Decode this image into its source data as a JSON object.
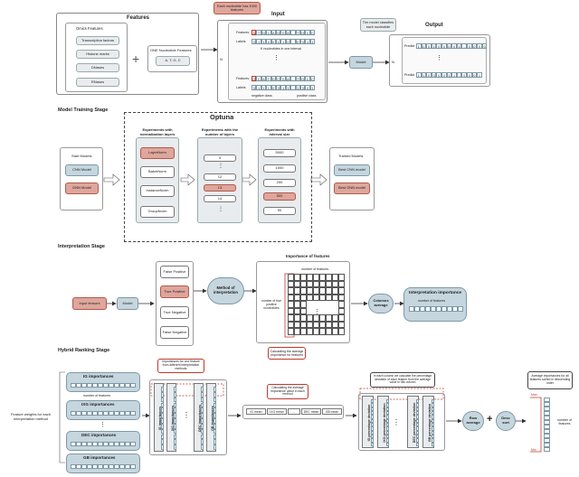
{
  "features": {
    "title": "Features",
    "omics_title": "Omics Features",
    "omics_items": [
      "Transcription factors",
      "Histone marks",
      "DNases",
      "RNases"
    ],
    "plus": "+",
    "onehot_title": "ONE Nucleotide Features",
    "onehot_value": "A, T, G, C",
    "nucleotide_note": "Each nucleotide has 1000 features"
  },
  "input": {
    "title": "Input",
    "n_label": "N",
    "rows": [
      {
        "label": "Features",
        "cells": [
          "A",
          "T",
          "G",
          "C",
          "A",
          "G",
          "G",
          "A",
          "...",
          "T",
          "G",
          "C",
          "C"
        ]
      },
      {
        "label": "Labels",
        "cells": [
          "0",
          "1",
          "1",
          "0",
          "0",
          "1",
          "1",
          "0",
          "...",
          "0",
          "0",
          "1",
          "1"
        ]
      },
      {
        "label": "Features",
        "cells": [
          "G",
          "C",
          "A",
          "T",
          "G",
          "C",
          "G",
          "A",
          "...",
          "T",
          "G",
          "C",
          "C"
        ]
      },
      {
        "label": "Labels",
        "cells": [
          "0",
          "1",
          "1",
          "1",
          "0",
          "0",
          "1",
          "1",
          "...",
          "1",
          "0",
          "0",
          "1"
        ]
      }
    ],
    "k_note": "K nucleotides in one interval",
    "neg_class": "negative class",
    "pos_class": "positive class",
    "model": "Model"
  },
  "output": {
    "title": "Output",
    "note": "The model classifies each nucleotide",
    "predict_label": "Predict",
    "row1": [
      "1",
      "0",
      "0",
      "1",
      "0",
      "0",
      "0",
      "0",
      "1",
      "...",
      "0",
      "0",
      "0",
      "0"
    ],
    "row2": [
      "1",
      "1",
      "0",
      "0",
      "0",
      "0",
      "1",
      "1",
      "...",
      "0",
      "0",
      "0",
      "1"
    ],
    "n_label": "N"
  },
  "training": {
    "stage": "Model Training Stage",
    "optuna": "Optuna",
    "start_title": "Start Models",
    "start_models": [
      "CNN Model",
      "GNN Model"
    ],
    "col1_title": "Experiments with normalization layers",
    "col1_items": [
      "LayerNorm",
      "BatchNorm",
      "InstanceNorm",
      "GroupNorm"
    ],
    "col2_title": "Experiments with the number of layers",
    "col2_items": [
      "3",
      "12",
      "13",
      "14"
    ],
    "col3_title": "Experiments with interval size",
    "col3_items": [
      "5000",
      "1000",
      "200",
      "500",
      "90"
    ],
    "dots": "⋮",
    "trained_title": "Trained Models",
    "trained_models": [
      "Best CNN model",
      "Best GNN model"
    ]
  },
  "interpretation": {
    "stage": "Interpretation Stage",
    "input_tensors": "Input tensors",
    "model": "Model",
    "outcomes": [
      "False Positive",
      "True Positive",
      "True Negative",
      "False Negative"
    ],
    "method": "Method of interpretation",
    "importance_title": "Importance of features",
    "num_features": "number of features",
    "num_true_pos": "number of true positive nucleotides",
    "calc_note": "Calculating the average importance for features",
    "columns_avg": "Columns average",
    "interp_importance": "Interpretation importance",
    "interp_num_features": "number of features"
  },
  "hybrid": {
    "stage": "Hybrid Ranking Stage",
    "side_label": "Feature weights for each interpretation method",
    "methods": [
      "IG importances",
      "IXG importances",
      "DEC importances",
      "GB importances"
    ],
    "num_features": "number of features",
    "dots": "⋮",
    "importances_note": "Importances for one feature from different interpretation methods",
    "stack_labels": [
      "IG importances",
      "IXG importances",
      "DEC importances",
      "GB importances"
    ],
    "calc_mean_note": "Calculating the average importance value in each method",
    "means": [
      "IG mean",
      "IXG mean",
      "...",
      "DEC mean",
      "GB mean"
    ],
    "percent_note": "In each column we calculate the percentage deviation of each feature from the average value in this column",
    "percent_labels": [
      "IG percentage deviation",
      "IXG percentage deviation",
      "DEC percentage deviation",
      "GB percentage deviation"
    ],
    "row_average": "Row average",
    "desc_sort": "Desc sort",
    "final_note": "Average importances for all features sorted in descending order",
    "max_label": "Max",
    "min_label": "Min",
    "final_num_features": "number of features"
  }
}
